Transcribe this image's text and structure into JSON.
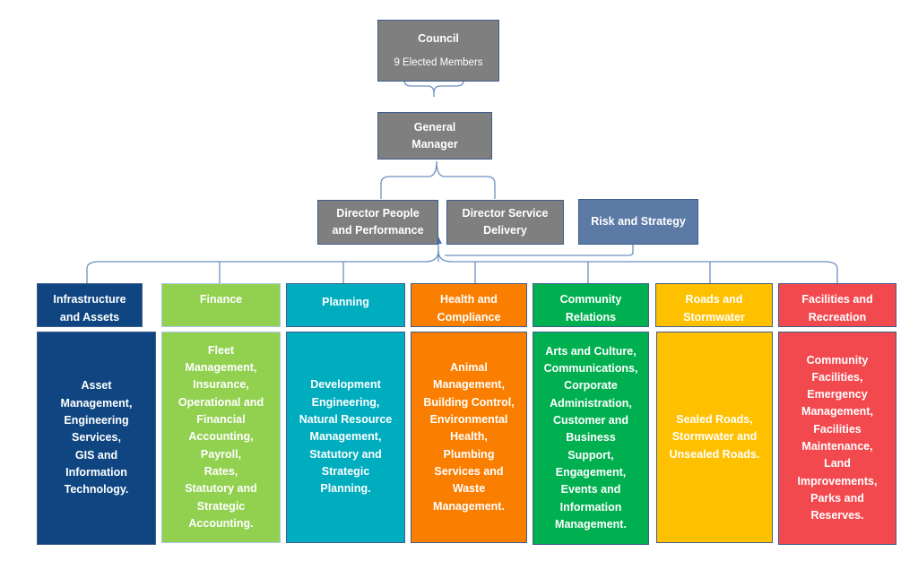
{
  "council": {
    "title": "Council",
    "subtitle": "9 Elected Members"
  },
  "general_manager": {
    "lines": [
      "General",
      "Manager"
    ]
  },
  "directors": [
    {
      "lines": [
        "Director People",
        "and Performance"
      ]
    },
    {
      "lines": [
        "Director Service",
        "Delivery"
      ]
    },
    {
      "lines": [
        "Risk and Strategy"
      ]
    }
  ],
  "departments": [
    {
      "name": [
        "Infrastructure",
        "and Assets"
      ],
      "color": "#0f4682",
      "services": [
        "Asset",
        "Management,",
        "Engineering",
        "Services,",
        "GIS and",
        "Information",
        "Technology."
      ]
    },
    {
      "name": [
        "Finance"
      ],
      "color": "#92d050",
      "services": [
        "Fleet",
        "Management,",
        "Insurance,",
        "Operational and",
        "Financial",
        "Accounting,",
        "Payroll,",
        "Rates,",
        "Statutory and",
        "Strategic",
        "Accounting."
      ]
    },
    {
      "name": [
        "Planning"
      ],
      "color": "#00adbf",
      "services": [
        "Development",
        "Engineering,",
        "Natural Resource",
        "Management,",
        "Statutory and",
        "Strategic",
        "Planning."
      ]
    },
    {
      "name": [
        "Health and",
        "Compliance"
      ],
      "color": "#fa7e00",
      "services": [
        "Animal",
        "Management,",
        "Building Control,",
        "Environmental",
        "Health,",
        "Plumbing",
        "Services and",
        "Waste",
        "Management."
      ]
    },
    {
      "name": [
        "Community",
        "Relations"
      ],
      "color": "#00b050",
      "services": [
        "Arts and Culture,",
        "Communications,",
        "Corporate",
        "Administration,",
        "Customer and",
        "Business",
        "Support,",
        "Engagement,",
        "Events and",
        "Information",
        "Management."
      ]
    },
    {
      "name": [
        "Roads and",
        "Stormwater"
      ],
      "color": "#ffc000",
      "services": [
        "Sealed Roads,",
        "Stormwater and",
        "Unsealed Roads."
      ]
    },
    {
      "name": [
        "Facilities and",
        "Recreation"
      ],
      "color": "#f2494e",
      "services": [
        "Community",
        "Facilities,",
        "Emergency",
        "Management,",
        "Facilities",
        "Maintenance,",
        "Land",
        "Improvements,",
        "Parks and",
        "Reserves."
      ]
    }
  ]
}
